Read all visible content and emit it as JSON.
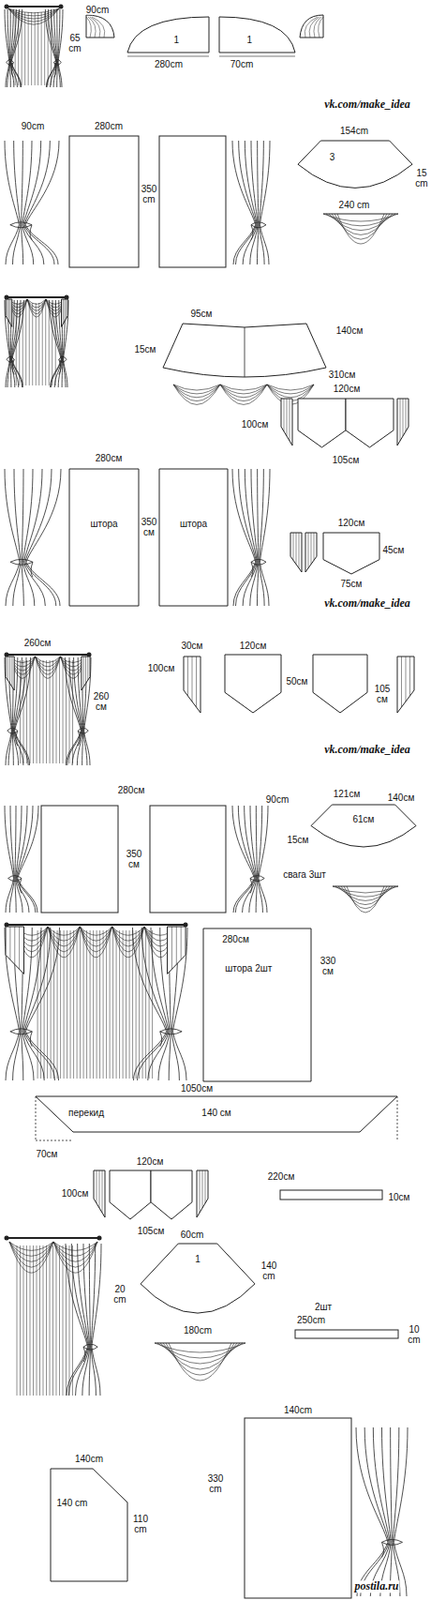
{
  "diagram": {
    "nodes": [
      {
        "text": [
          "1"
        ]
      },
      {
        "text": [
          "1"
        ]
      },
      {
        "text": [
          "3"
        ]
      },
      {
        "text": [
          "штора"
        ]
      },
      {
        "text": [
          "штора"
        ]
      },
      {
        "text": [
          "61см"
        ]
      },
      {
        "text": [
          "280см",
          "штора 2шт"
        ]
      },
      {
        "text": [
          "перекид",
          "140 см"
        ]
      },
      {
        "text": [
          "1"
        ]
      },
      {
        "text": [
          "140 cm"
        ]
      }
    ],
    "labels": [
      "65 cm",
      "90cm",
      "280cm",
      "70cm",
      "vk.com/make_idea",
      "90cm",
      "280cm",
      "350 cm",
      "154cm",
      "15 cm",
      "240 cm",
      "95см",
      "140см",
      "15см",
      "310см",
      "120см",
      "100см",
      "105см",
      "280см",
      "350 см",
      "120см",
      "45см",
      "75см",
      "vk.com/make_idea",
      "260см",
      "260 см",
      "30см",
      "120см",
      "100см",
      "50см",
      "105 см",
      "vk.com/make_idea",
      "280см",
      "90cm",
      "350 см",
      "121см",
      "140см",
      "15см",
      "свага 3шт",
      "330 см",
      "1050см",
      "70см",
      "120см",
      "100см",
      "105см",
      "220см",
      "10см",
      "60cm",
      "140 cm",
      "20 cm",
      "180cm",
      "2шт",
      "250cm",
      "10 cm",
      "140cm",
      "140cm",
      "330 cm",
      "110 cm",
      "postila.ru"
    ]
  }
}
